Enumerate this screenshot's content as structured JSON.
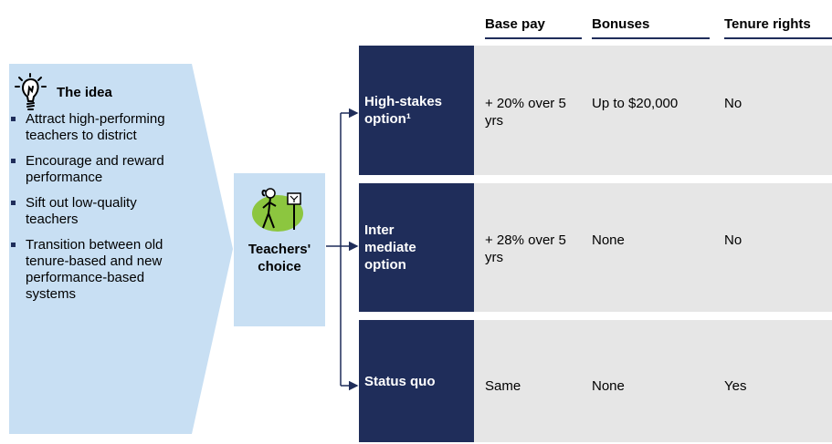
{
  "headers": {
    "base_pay": "Base pay",
    "bonuses": "Bonuses",
    "tenure_rights": "Tenure rights"
  },
  "idea": {
    "title": "The idea",
    "icon": "lightbulb-icon",
    "bullets": [
      "Attract high-performing teachers to district",
      "Encourage and reward performance",
      "Sift out low-quality teachers",
      "Transition between old tenure-based and new performance-based systems"
    ]
  },
  "choice": {
    "label": "Teachers' choice",
    "icon": "teacher-at-crossroads-icon"
  },
  "options": [
    {
      "name": "High-stakes option¹",
      "base_pay": "+ 20% over 5 yrs",
      "bonuses": "Up to $20,000",
      "tenure": "No"
    },
    {
      "name": "Inter mediate option",
      "base_pay": "+ 28% over 5 yrs",
      "bonuses": "None",
      "tenure": "No"
    },
    {
      "name": "Status quo",
      "base_pay": "Same",
      "bonuses": "None",
      "tenure": "Yes"
    }
  ],
  "colors": {
    "navy": "#1f2d5a",
    "light_blue": "#c8dff3",
    "row_gray": "#e6e6e6"
  }
}
